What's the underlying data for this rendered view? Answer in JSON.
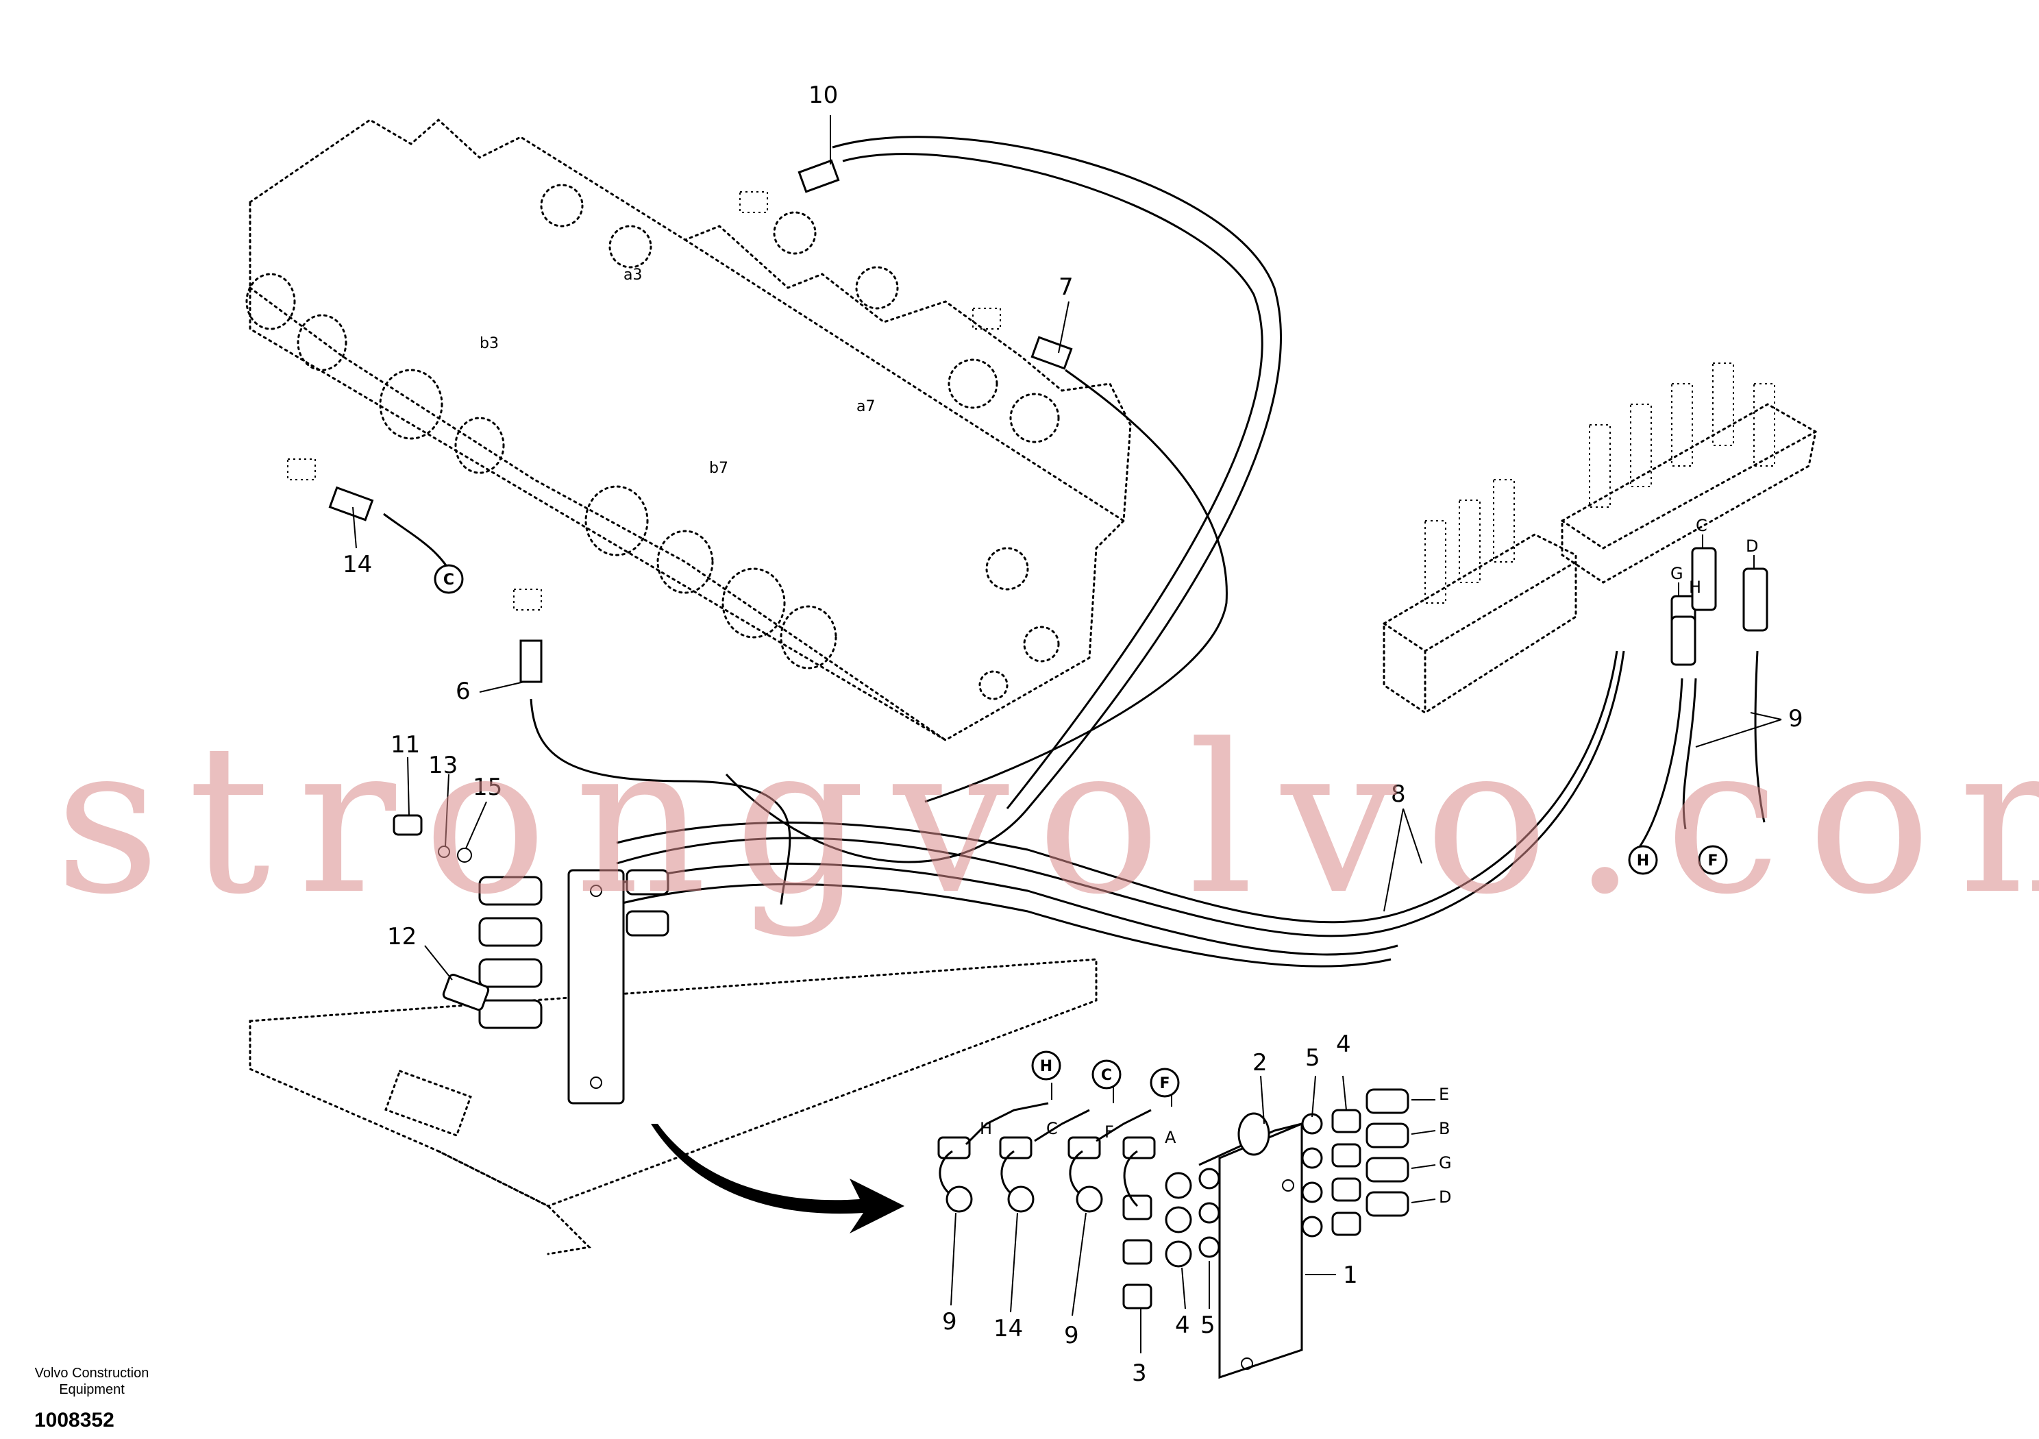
{
  "callouts": {
    "c1": "1",
    "c2": "2",
    "c3": "3",
    "c4a": "4",
    "c4b": "4",
    "c5a": "5",
    "c5b": "5",
    "c6": "6",
    "c7": "7",
    "c8": "8",
    "c9a": "9",
    "c9b": "9",
    "c9c": "9",
    "c10": "10",
    "c11": "11",
    "c12": "12",
    "c13": "13",
    "c14a": "14",
    "c14b": "14",
    "c15": "15"
  },
  "valve_ports": {
    "a3": "a3",
    "b3": "b3",
    "a7": "a7",
    "b7": "b7"
  },
  "circle_refs": {
    "C1": "C",
    "C2": "C",
    "H1": "H",
    "H2": "H",
    "F1": "F",
    "F2": "F"
  },
  "hose_letters": {
    "C_top": "C",
    "D_top": "D",
    "G_top": "G",
    "H_top": "H",
    "H_low": "H",
    "C_low": "C",
    "F_low": "F",
    "A_low": "A",
    "E": "E",
    "B": "B",
    "G": "G",
    "D": "D"
  },
  "watermark": "strongvolvo.com",
  "brand": {
    "line1": "Volvo Construction",
    "line2": "Equipment"
  },
  "doc_number": "1008352"
}
